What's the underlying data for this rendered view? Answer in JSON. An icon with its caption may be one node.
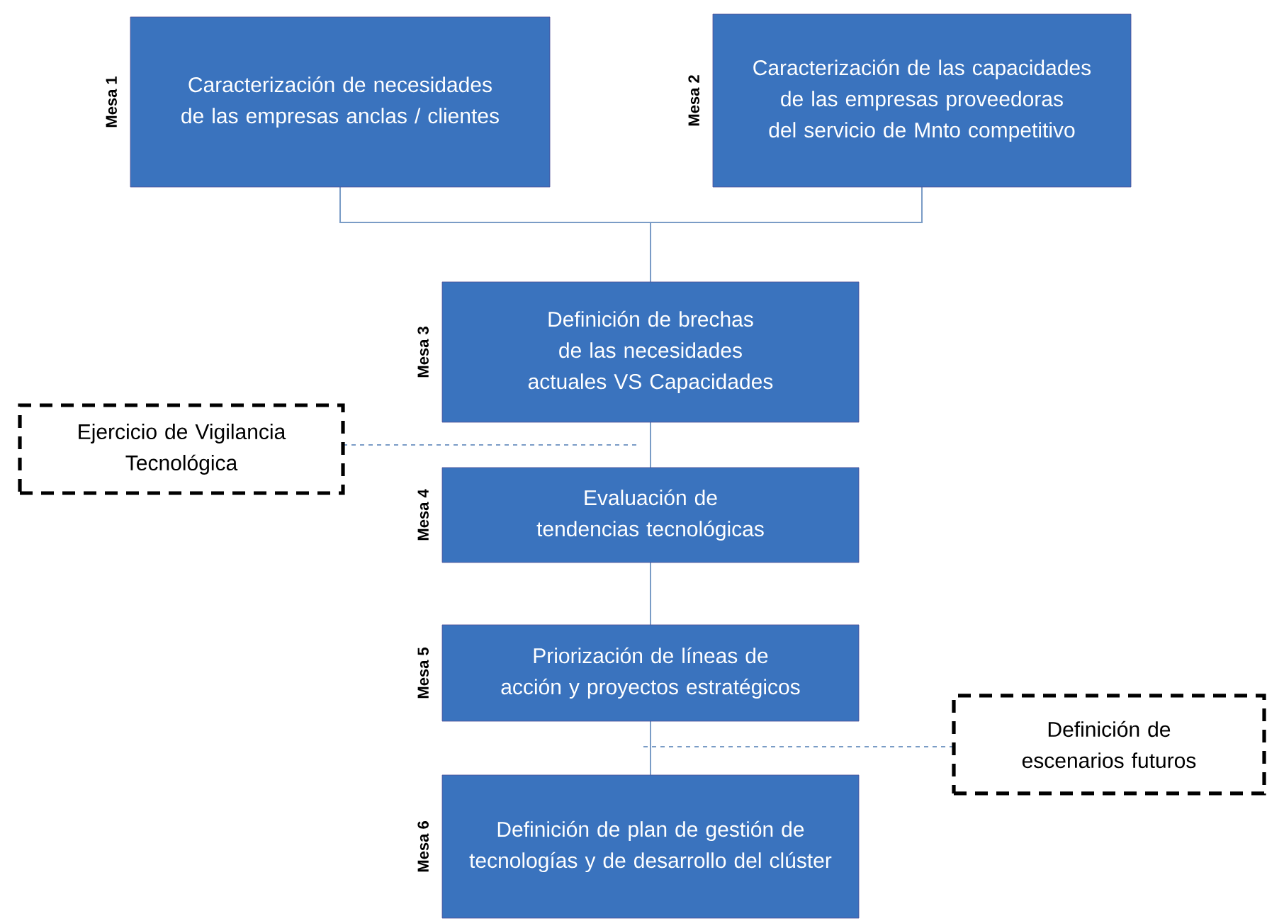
{
  "diagram": {
    "nodes": [
      {
        "text": [
          "Caracterización de necesidades de las empresas anclas / clientes"
        ],
        "beside": [
          "Mesa 1"
        ]
      },
      {
        "text": [
          "Caracterización de las capacidades de las empresas proveedoras del servicio de Mnto competitivo"
        ],
        "beside": [
          "Mesa 2"
        ]
      },
      {
        "text": [
          "Definición de brechas de las necesidades actuales VS Capacidades"
        ],
        "beside": [
          "Mesa 3"
        ]
      },
      {
        "text": [
          "Ejercicio de Vigilancia Tecnológica"
        ]
      },
      {
        "text": [
          "Evaluación de tendencias tecnológicas"
        ],
        "beside": [
          "Mesa 4"
        ]
      },
      {
        "text": [
          "Priorización de líneas de acción y proyectos estratégicos"
        ],
        "beside": [
          "Mesa 5"
        ]
      },
      {
        "text": [
          "Definición de escenarios futuros"
        ]
      },
      {
        "text": [
          "Definición de plan de gestión de tecnologías  y de desarrollo del clúster"
        ],
        "beside": [
          "Mesa 6"
        ]
      }
    ],
    "edges": [
      {
        "from": 0,
        "to": 2,
        "arrow": "none"
      },
      {
        "from": 1,
        "to": 2,
        "arrow": "none"
      },
      {
        "from": 2,
        "to": 4,
        "arrow": "none"
      },
      {
        "from": 3,
        "to": null,
        "arrow": "none",
        "style": "dashed"
      },
      {
        "from": 4,
        "to": 5,
        "arrow": "none"
      },
      {
        "from": 6,
        "to": null,
        "arrow": "none",
        "style": "dashed"
      },
      {
        "from": 5,
        "to": 7,
        "arrow": "none"
      }
    ]
  }
}
